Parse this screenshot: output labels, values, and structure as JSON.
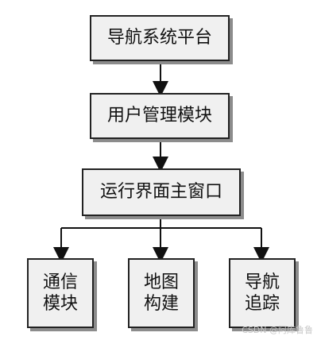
{
  "diagram": {
    "nodes": {
      "top": "导航系统平台",
      "mid": "用户管理模块",
      "run": "运行界面主窗口",
      "leaf1": "通信\n模块",
      "leaf2": "地图\n构建",
      "leaf3": "导航\n追踪"
    },
    "watermark": "CSDN @阿库鲁鲁"
  }
}
